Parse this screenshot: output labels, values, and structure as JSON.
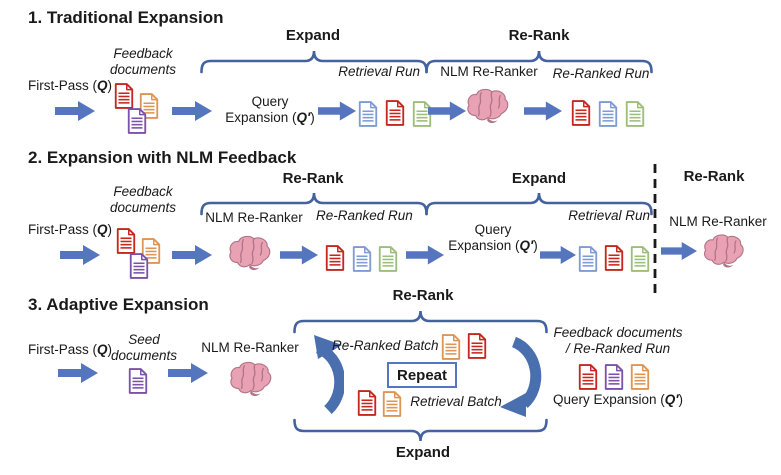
{
  "colors": {
    "arrow": "#5575BE",
    "brace": "#44629F",
    "loop": "#4A6FAE",
    "repeat_box_border": "#5575BE",
    "dashed_divider": "#1A1A1A",
    "text": "#1A1A1A",
    "brain_fill": "#E8A2B4",
    "brain_stroke": "#B27488",
    "doc": {
      "red": "#C5271F",
      "orange": "#DE9554",
      "purple": "#7B52A8",
      "blue": "#7F9BD4",
      "green": "#9CBE7B"
    }
  },
  "row1": {
    "title": "1. Traditional Expansion",
    "expand_label": "Expand",
    "rerank_label": "Re-Rank",
    "feedback_line1": "Feedback",
    "feedback_line2": "documents",
    "retrieval_run_label": "Retrieval Run",
    "nlm_label": "NLM Re-Ranker",
    "reranked_run_label": "Re-Ranked Run",
    "first_pass": {
      "pre": "First-Pass (",
      "q": "Q",
      "post": ")"
    },
    "query_expansion": {
      "line1": "Query",
      "line2_pre": "Expansion (",
      "q": "Q′",
      "post": ")"
    }
  },
  "row2": {
    "title": "2. Expansion with NLM Feedback",
    "rerank_label": "Re-Rank",
    "expand_label": "Expand",
    "rerank2_label": "Re-Rank",
    "feedback_line1": "Feedback",
    "feedback_line2": "documents",
    "nlm_label": "NLM Re-Ranker",
    "reranked_run_label": "Re-Ranked Run",
    "retrieval_run_label": "Retrieval Run",
    "nlm2_label": "NLM Re-Ranker",
    "first_pass": {
      "pre": "First-Pass (",
      "q": "Q",
      "post": ")"
    },
    "query_expansion": {
      "line1": "Query",
      "line2_pre": "Expansion (",
      "q": "Q′",
      "post": ")"
    }
  },
  "row3": {
    "title": "3. Adaptive Expansion",
    "rerank_label": "Re-Rank",
    "expand_label": "Expand",
    "seed_line1": "Seed",
    "seed_line2": "documents",
    "nlm_label": "NLM Re-Ranker",
    "reranked_batch_label": "Re-Ranked Batch",
    "repeat_label": "Repeat",
    "retrieval_batch_label": "Retrieval Batch",
    "feedback_run_line1": "Feedback documents",
    "feedback_run_line2": "/ Re-Ranked Run",
    "first_pass": {
      "pre": "First-Pass (",
      "q": "Q",
      "post": ")"
    },
    "query_expansion": {
      "pre": "Query Expansion (",
      "q": "Q′",
      "post": ")"
    }
  }
}
